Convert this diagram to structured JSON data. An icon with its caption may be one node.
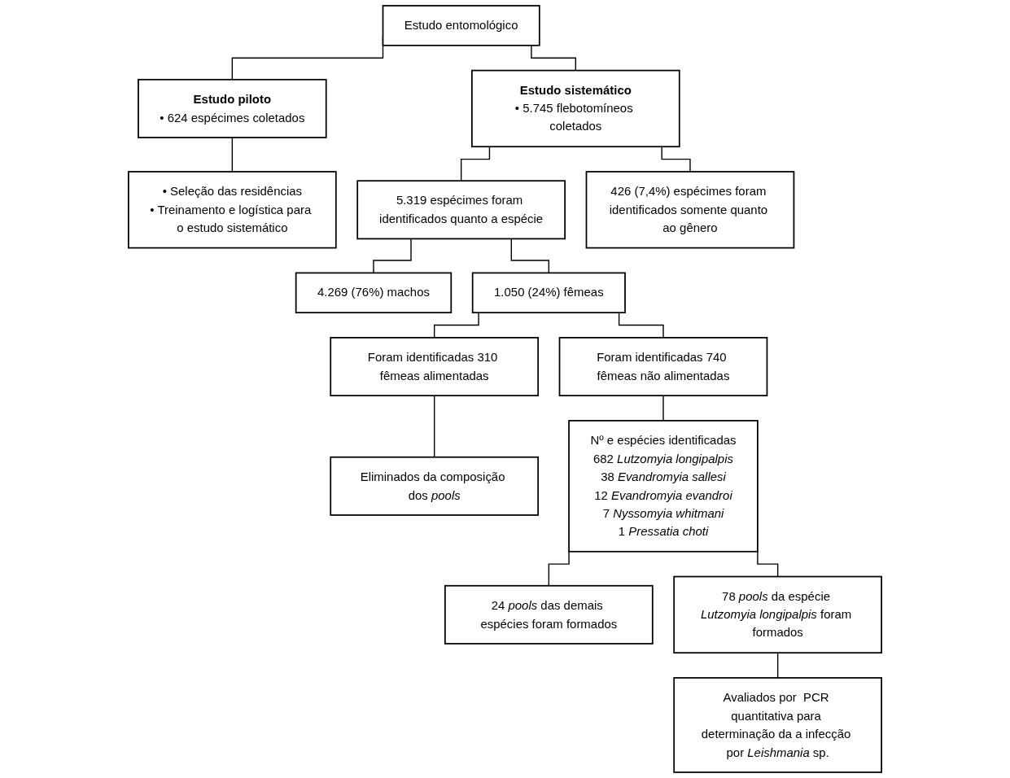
{
  "diagram": {
    "nodes": [
      {
        "text": [
          "Estudo entomológico"
        ]
      },
      {
        "text": [
          "Estudo piloto",
          "• 624 espécimes coletados"
        ]
      },
      {
        "text": [
          "Estudo sistemático",
          "• 5.745 flebotomíneos coletados"
        ]
      },
      {
        "text": [
          "• Seleção das residências",
          "• Treinamento e logística para o estudo sistemático"
        ]
      },
      {
        "text": [
          "5.319 espécimes foram identificados quanto a espécie"
        ]
      },
      {
        "text": [
          "426 (7,4%) espécimes foram identificados somente quanto ao gênero"
        ]
      },
      {
        "text": [
          "4.269 (76%) machos"
        ]
      },
      {
        "text": [
          "1.050 (24%) fêmeas"
        ]
      },
      {
        "text": [
          "Foram identificadas 740 fêmeas não alimentadas"
        ]
      },
      {
        "text": [
          "Foram identificadas 310 fêmeas alimentadas"
        ]
      },
      {
        "text": [
          "Eliminados da composição dos *pools*"
        ]
      },
      {
        "text": [
          "Nº e espécies identificadas",
          "682 *Lutzomyia longipalpis*",
          "38 *Evandromyia sallesi*",
          "12 *Evandromyia evandroi*",
          "7 *Nyssomyia whitmani*",
          "1 *Pressatia choti*"
        ]
      },
      {
        "text": [
          "24 *pools* das demais espécies foram formados"
        ]
      },
      {
        "text": [
          "78 *pools* da espécie *Lutzomyia longipalpis* foram formados"
        ]
      },
      {
        "text": [
          "Avaliados por  PCR quantitativa para determinação da a infecção por *Leishmania* sp."
        ]
      }
    ],
    "edges": [
      {
        "from": 0,
        "to": 1,
        "arrow": "none"
      },
      {
        "from": 0,
        "to": 2,
        "arrow": "none"
      },
      {
        "from": 1,
        "to": 3,
        "arrow": "none"
      },
      {
        "from": 2,
        "to": 4,
        "arrow": "none"
      },
      {
        "from": 2,
        "to": 5,
        "arrow": "none"
      },
      {
        "from": 4,
        "to": 6,
        "arrow": "none"
      },
      {
        "from": 4,
        "to": 7,
        "arrow": "none"
      },
      {
        "from": 7,
        "to": 8,
        "arrow": "none"
      },
      {
        "from": 7,
        "to": 9,
        "arrow": "none"
      },
      {
        "from": 9,
        "to": 10,
        "arrow": "none"
      },
      {
        "from": 8,
        "to": 11,
        "arrow": "none"
      },
      {
        "from": 11,
        "to": 12,
        "arrow": "none"
      },
      {
        "from": 11,
        "to": 13,
        "arrow": "none"
      },
      {
        "from": 13,
        "to": 14,
        "arrow": "none"
      }
    ]
  }
}
